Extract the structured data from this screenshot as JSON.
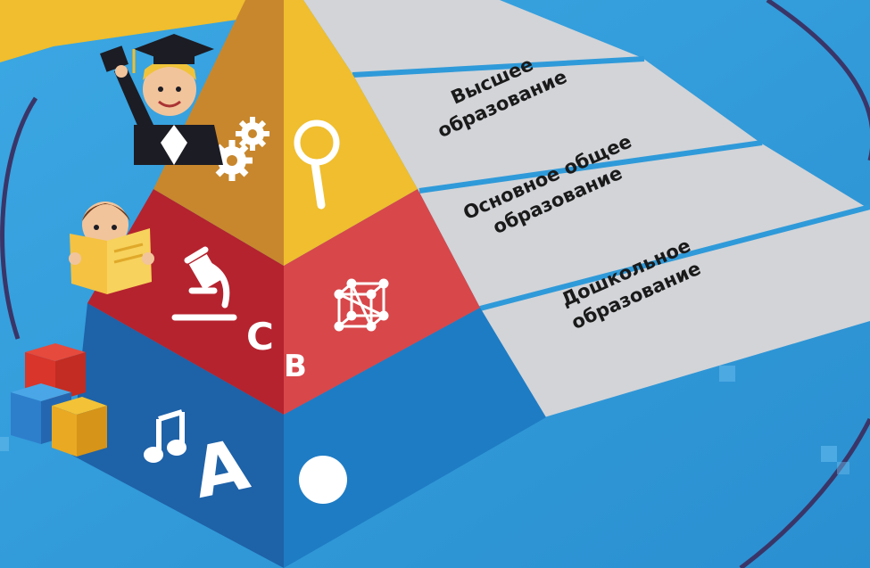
{
  "levels": [
    {
      "id": "top",
      "label_lines": [
        "Высшее",
        "образование"
      ]
    },
    {
      "id": "middle",
      "label_lines": [
        "Основное общее",
        "образование"
      ]
    },
    {
      "id": "bottom",
      "label_lines": [
        "Дошкольное",
        "образование"
      ]
    }
  ],
  "pyramid_letters": {
    "c": "C",
    "b": "B",
    "a": "A"
  },
  "colors": {
    "background": "#2f9ad9",
    "top_left": "#c8872d",
    "top_right": "#f0be2e",
    "mid_left": "#b5232e",
    "mid_right": "#d8474a",
    "bottom_left": "#1e62a8",
    "bottom_right": "#1e7cc4",
    "ribbon": "#d2d4d8"
  },
  "icons": [
    "graduate-icon",
    "gears-icon",
    "magnifier-icon",
    "reading-child-icon",
    "microscope-icon",
    "cube-molecule-icon",
    "music-note-icon",
    "ball-icon",
    "toy-blocks-icon"
  ]
}
